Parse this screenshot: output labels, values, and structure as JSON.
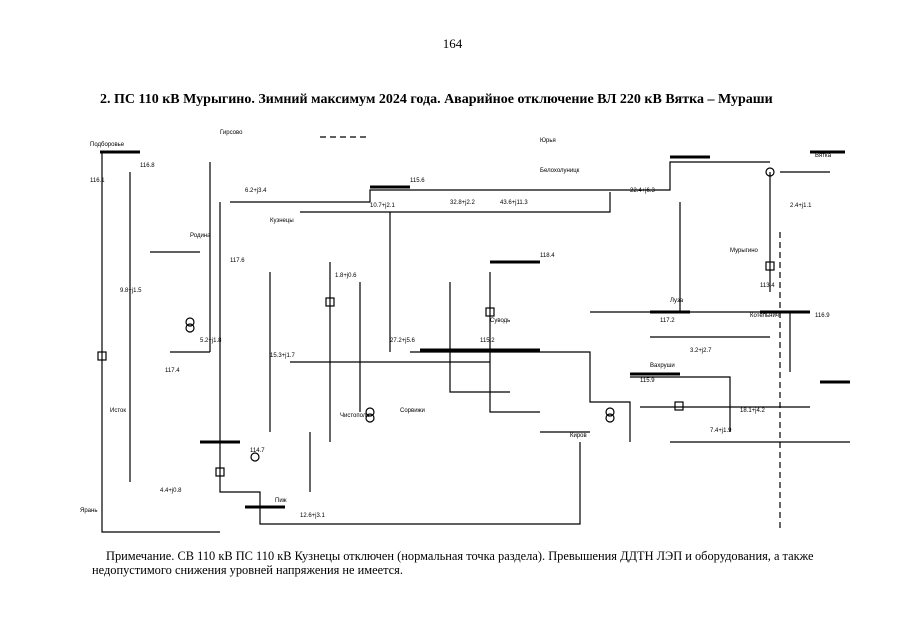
{
  "page": {
    "page_number": "164",
    "heading": "2.  ПС 110 кВ Мурыгино. Зимний максимум 2024 года. Аварийное отключение ВЛ 220 кВ Вятка – Мураши",
    "note": "Примечание. СВ 110 кВ ПС 110 кВ Кузнецы отключен (нормальная точка раздела). Превышения ДДТН ЛЭП и оборудования, а также недопустимого снижения уровней напряжения не имеется."
  },
  "diagram": {
    "substations": [
      {
        "key": "pod",
        "label": "Подборовье"
      },
      {
        "key": "gir",
        "label": "Гирсово"
      },
      {
        "key": "yur",
        "label": "Юрья"
      },
      {
        "key": "kuz",
        "label": "Кузнецы"
      },
      {
        "key": "mur",
        "label": "Мурыгино"
      },
      {
        "key": "ist",
        "label": "Исток"
      },
      {
        "key": "yar",
        "label": "Ярань"
      },
      {
        "key": "kirov",
        "label": "Киров"
      },
      {
        "key": "vyatka",
        "label": "Вятка"
      },
      {
        "key": "rodin",
        "label": "Родина"
      },
      {
        "key": "suvod",
        "label": "Суводь"
      },
      {
        "key": "lalsk",
        "label": "Луза"
      },
      {
        "key": "kotel",
        "label": "Котельнич"
      },
      {
        "key": "belo",
        "label": "Белохолуницк"
      },
      {
        "key": "vah",
        "label": "Вахруши"
      },
      {
        "key": "pizh",
        "label": "Пиж"
      },
      {
        "key": "sorv",
        "label": "Сорвижи"
      },
      {
        "key": "chist",
        "label": "Чистополь"
      }
    ],
    "voltages": [
      "116.8",
      "117.6",
      "115.6",
      "118.4",
      "117.2",
      "116.9",
      "115.9",
      "114.7",
      "117.4",
      "113.4",
      "116.1",
      "115.2"
    ],
    "flows": [
      "6.2+j3.4",
      "10.7+j2.1",
      "43.6+j11.3",
      "9.8+j1.5",
      "32.8+j2.2",
      "15.3+j1.7",
      "5.2+j1.8",
      "3.2+j2.7",
      "22.4+j6.3",
      "12.6+j3.1",
      "7.4+j1.9",
      "4.4+j0.8",
      "27.2+j5.6",
      "18.1+j4.2",
      "1.8+j0.6",
      "2.4+j1.1"
    ]
  }
}
